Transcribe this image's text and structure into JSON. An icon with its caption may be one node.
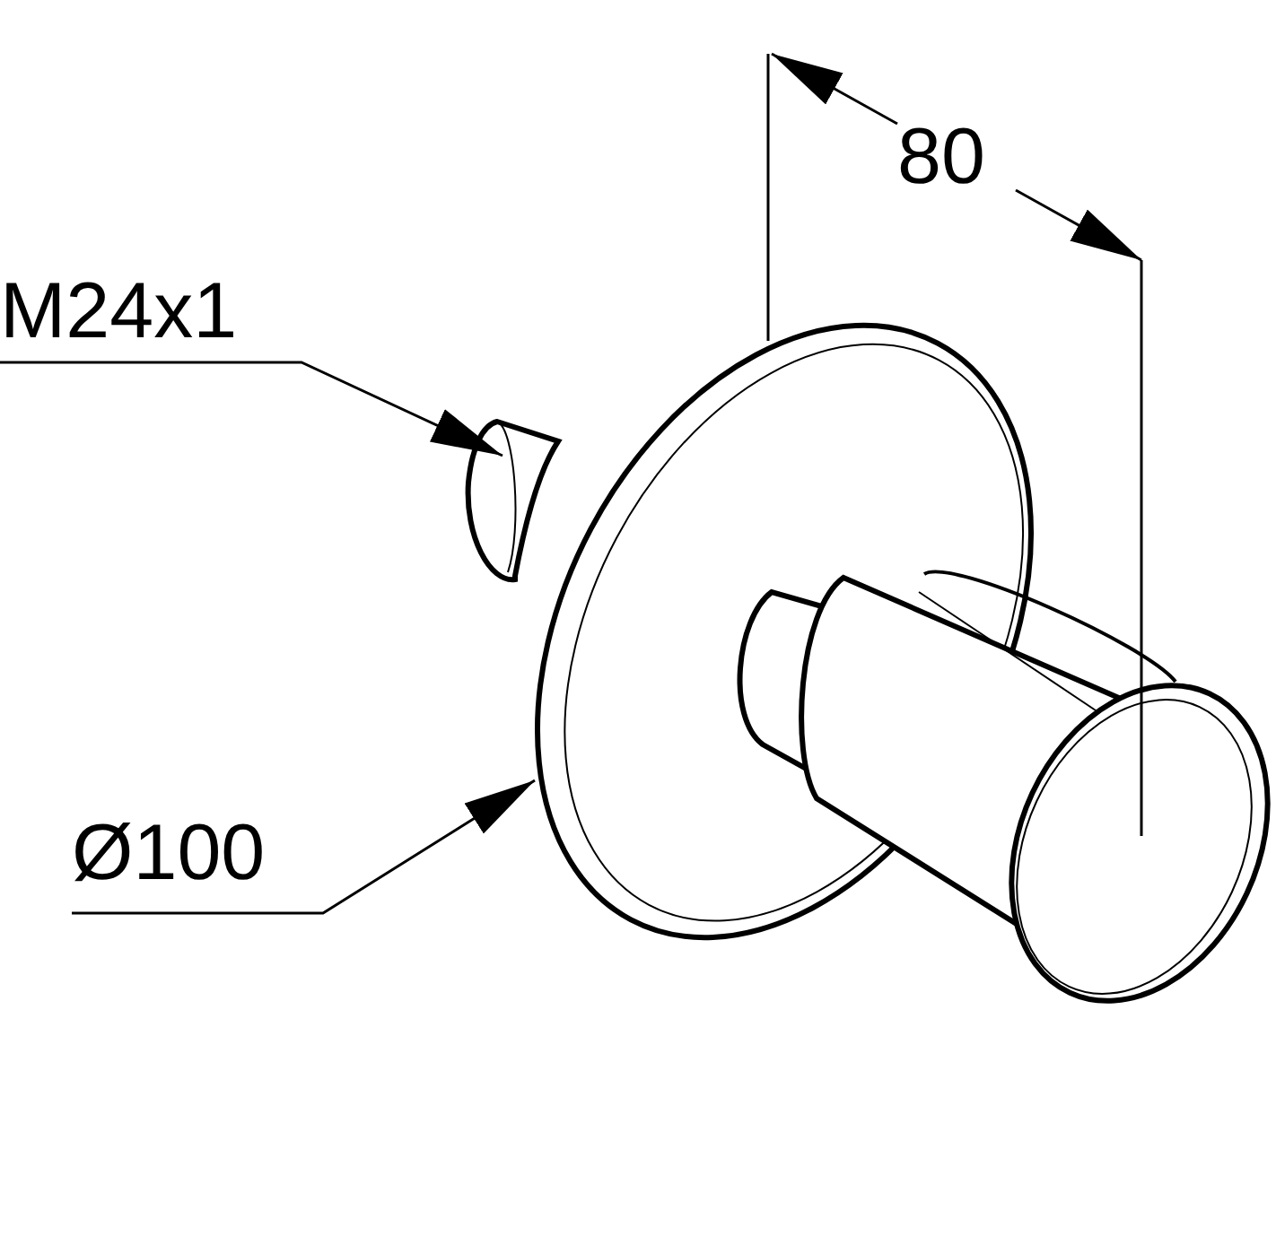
{
  "diagram": {
    "nodes": [
      {
        "text": [
          "M24x1"
        ]
      },
      {
        "text": [],
        "shape": "cylinder"
      },
      {
        "text": [
          "Ø100"
        ]
      },
      {
        "text": [],
        "shape": "circle"
      }
    ],
    "edges": [
      {
        "from": 0,
        "to": 1,
        "arrow": "to"
      },
      {
        "from": 2,
        "to": 3,
        "arrow": "to"
      }
    ],
    "labels": [
      "80"
    ]
  }
}
